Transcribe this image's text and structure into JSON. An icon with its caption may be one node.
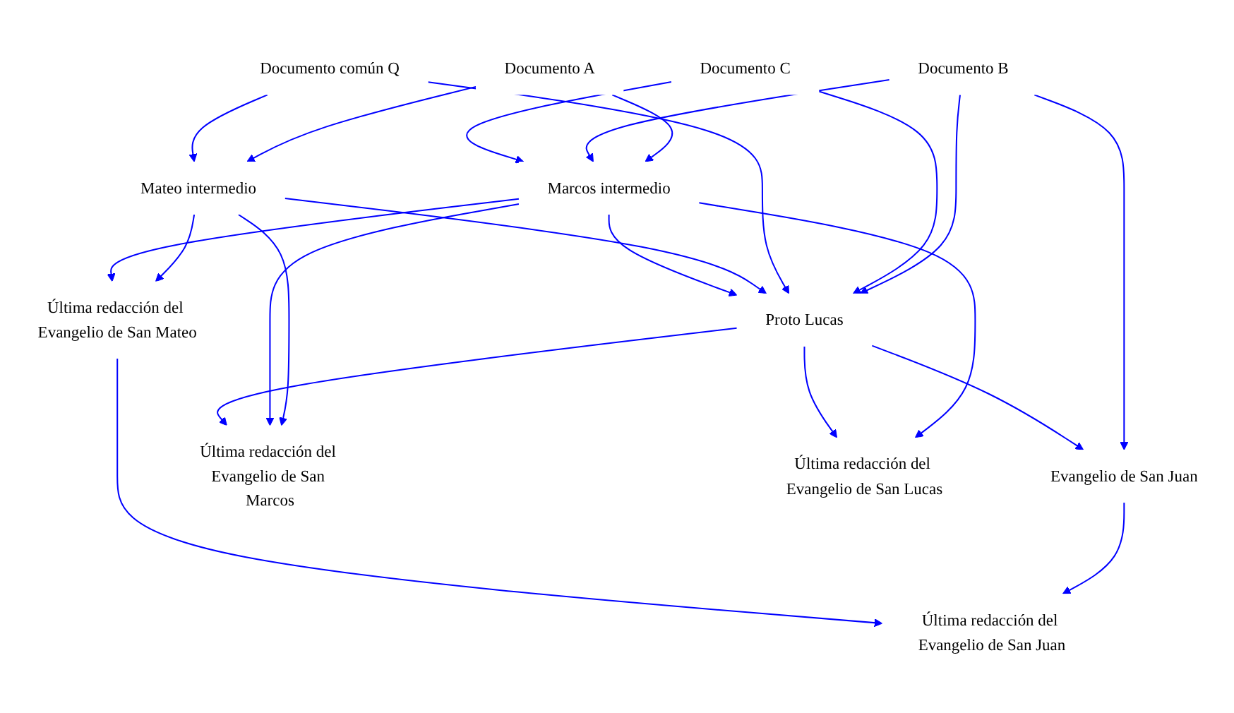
{
  "diagram": {
    "nodes": [
      {
        "text": [
          "Documento A"
        ]
      },
      {
        "text": [
          "Documento B"
        ]
      },
      {
        "text": [
          "Documento C"
        ]
      },
      {
        "text": [
          "Documento común Q"
        ]
      },
      {
        "text": [
          "Mateo intermedio"
        ]
      },
      {
        "text": [
          "Marcos intermedio"
        ]
      },
      {
        "text": [
          "Proto Lucas"
        ]
      },
      {
        "text": [
          "Evangelio de San Juan"
        ]
      },
      {
        "text": [
          "Última redacción del Evangelio de San Mateo"
        ]
      },
      {
        "text": [
          "Última redacción del Evangelio de San Marcos"
        ]
      },
      {
        "text": [
          "Última redacción del Evangelio de San Lucas"
        ]
      },
      {
        "text": [
          "Última redacción del Evangelio de San Juan"
        ]
      }
    ],
    "edges": [
      {
        "from": 0,
        "to": 4,
        "arrow": "to"
      },
      {
        "from": 0,
        "to": 5,
        "arrow": "to"
      },
      {
        "from": 1,
        "to": 5,
        "arrow": "to"
      },
      {
        "from": 1,
        "to": 6,
        "arrow": "to"
      },
      {
        "from": 1,
        "to": 7,
        "arrow": "to"
      },
      {
        "from": 2,
        "to": 5,
        "arrow": "to"
      },
      {
        "from": 2,
        "to": 6,
        "arrow": "to"
      },
      {
        "from": 3,
        "to": 4,
        "arrow": "to"
      },
      {
        "from": 3,
        "to": 6,
        "arrow": "to"
      },
      {
        "from": 4,
        "to": 6,
        "arrow": "to"
      },
      {
        "from": 4,
        "to": 8,
        "arrow": "to"
      },
      {
        "from": 4,
        "to": 9,
        "arrow": "to"
      },
      {
        "from": 5,
        "to": 8,
        "arrow": "to"
      },
      {
        "from": 5,
        "to": 9,
        "arrow": "to"
      },
      {
        "from": 5,
        "to": 10,
        "arrow": "to"
      },
      {
        "from": 5,
        "to": 6,
        "arrow": "to"
      },
      {
        "from": 6,
        "to": 9,
        "arrow": "to"
      },
      {
        "from": 6,
        "to": 10,
        "arrow": "to"
      },
      {
        "from": 6,
        "to": 7,
        "arrow": "to"
      },
      {
        "from": 7,
        "to": 11,
        "arrow": "to"
      },
      {
        "from": 8,
        "to": 11,
        "arrow": "to"
      }
    ]
  }
}
